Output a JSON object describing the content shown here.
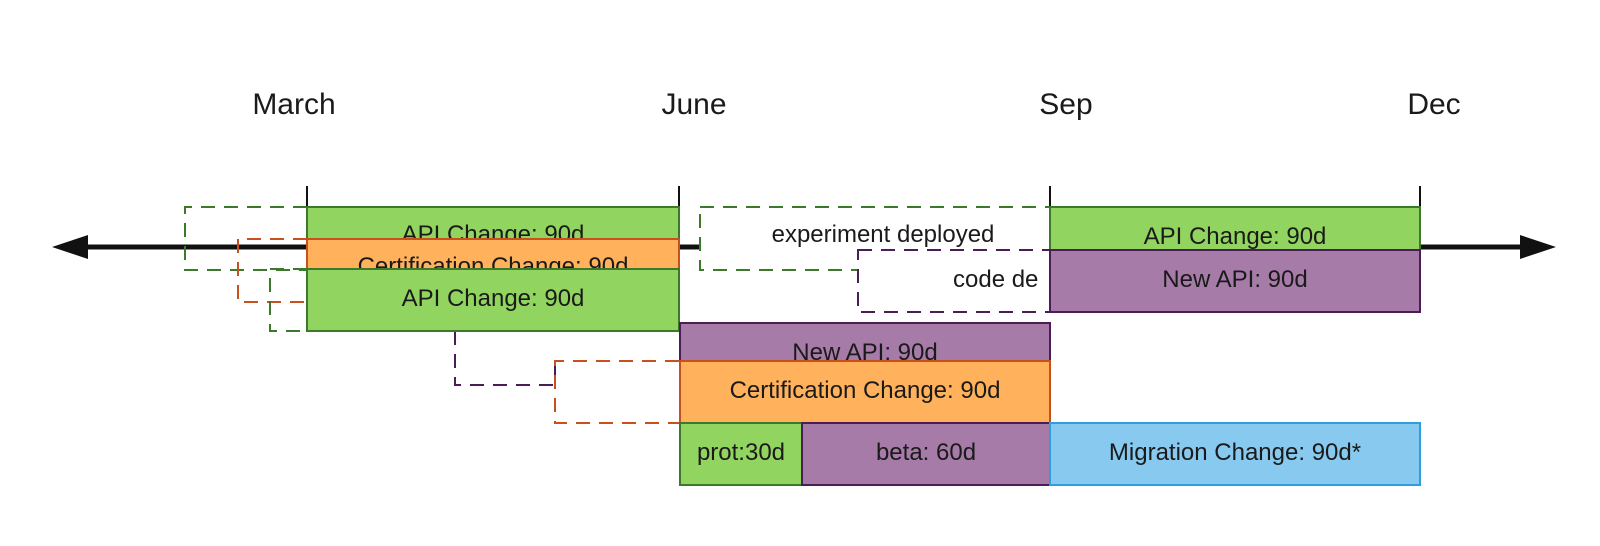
{
  "timeline": {
    "months": [
      "March",
      "June",
      "Sep",
      "Dec"
    ]
  },
  "colors": {
    "green_fill": "#92d460",
    "green_border": "#3a7a2a",
    "orange_fill": "#ffb15c",
    "orange_border": "#c8501e",
    "purple_fill": "#a67ba8",
    "purple_border": "#4b1d57",
    "blue_fill": "#88c9ef",
    "blue_border": "#2d9fde",
    "axis": "#111111"
  },
  "blocks": [
    {
      "id": "api-change-1",
      "label": "API Change: 90d",
      "color": "green"
    },
    {
      "id": "api-change-2",
      "label": "API Change: 90d",
      "color": "green"
    },
    {
      "id": "certification-change-1",
      "label": "Certification Change: 90d",
      "color": "orange"
    },
    {
      "id": "new-api-1",
      "label": "New API: 90d",
      "color": "purple"
    },
    {
      "id": "certification-change-2",
      "label": "Certification Change: 90d",
      "color": "orange"
    },
    {
      "id": "prot",
      "label": "prot:30d",
      "color": "green"
    },
    {
      "id": "beta",
      "label": "beta: 60d",
      "color": "purple"
    },
    {
      "id": "api-change-3",
      "label": "API Change: 90d",
      "color": "green"
    },
    {
      "id": "new-api-2",
      "label": "New API: 90d",
      "color": "purple"
    },
    {
      "id": "migration-change",
      "label": "Migration Change: 90d*",
      "color": "blue"
    }
  ],
  "annotations": {
    "experiment": "experiment deployed",
    "code": "code de"
  }
}
